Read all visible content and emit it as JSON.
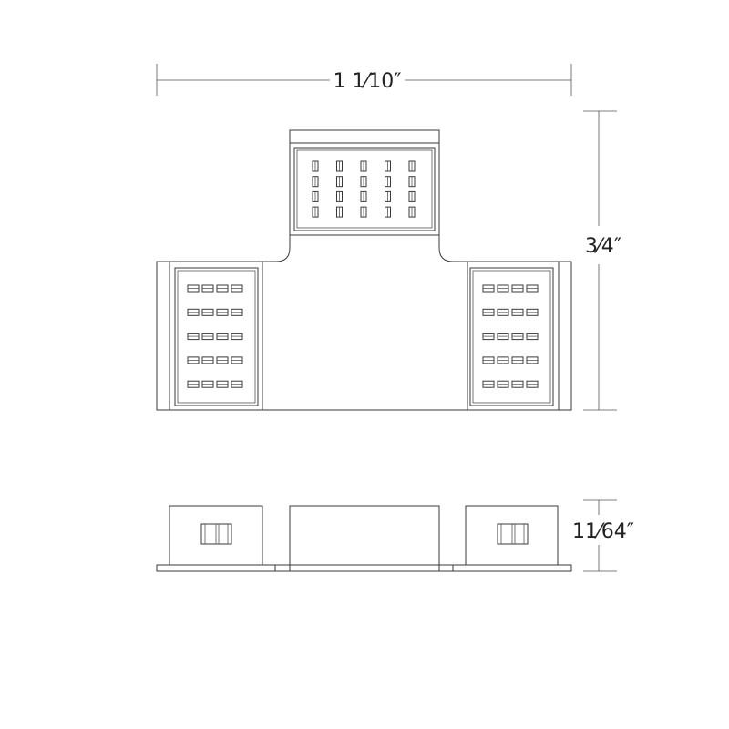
{
  "dimensions": {
    "width_label": "1 1⁄10″",
    "depth_label": "3⁄4″",
    "height_label": "11⁄64″"
  },
  "top_view": {
    "center_module": {
      "led_columns": 5,
      "led_rows": 4
    },
    "side_modules": {
      "led_columns": 4,
      "led_rows": 5
    }
  },
  "colors": {
    "line": "#3a3a3a",
    "background": "#ffffff"
  }
}
